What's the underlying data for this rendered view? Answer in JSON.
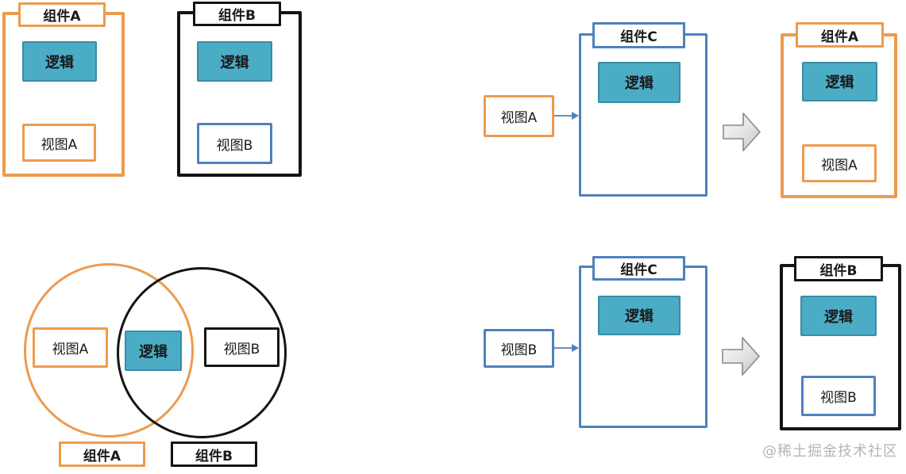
{
  "colors": {
    "orange": "#ED9B4E",
    "blue": "#4F81BD",
    "black": "#141414",
    "teal": "#4BACC6",
    "teal_border": "#3A8CA4",
    "text": "#1a1a1a",
    "watermark": "#b5b5b5",
    "arrow_gray_light": "#fafafa",
    "arrow_gray_dark": "#c3c3c3",
    "arrow_gray_stroke": "#8a8a8a"
  },
  "diagram": {
    "top_left": {
      "component_a": {
        "title": "组件A",
        "logic": "逻辑",
        "view": "视图A"
      },
      "component_b": {
        "title": "组件B",
        "logic": "逻辑",
        "view": "视图B"
      }
    },
    "bottom_left": {
      "view_a": "视图A",
      "logic": "逻辑",
      "view_b": "视图B",
      "label_component_a": "组件A",
      "label_component_b": "组件B"
    },
    "top_right": {
      "input_view": "视图A",
      "component_c": {
        "title": "组件C",
        "logic": "逻辑"
      },
      "result_component": {
        "title": "组件A",
        "logic": "逻辑",
        "view": "视图A"
      }
    },
    "bottom_right": {
      "input_view": "视图B",
      "component_c": {
        "title": "组件C",
        "logic": "逻辑"
      },
      "result_component": {
        "title": "组件B",
        "logic": "逻辑",
        "view": "视图B"
      }
    }
  },
  "watermark": "@稀土掘金技术社区"
}
